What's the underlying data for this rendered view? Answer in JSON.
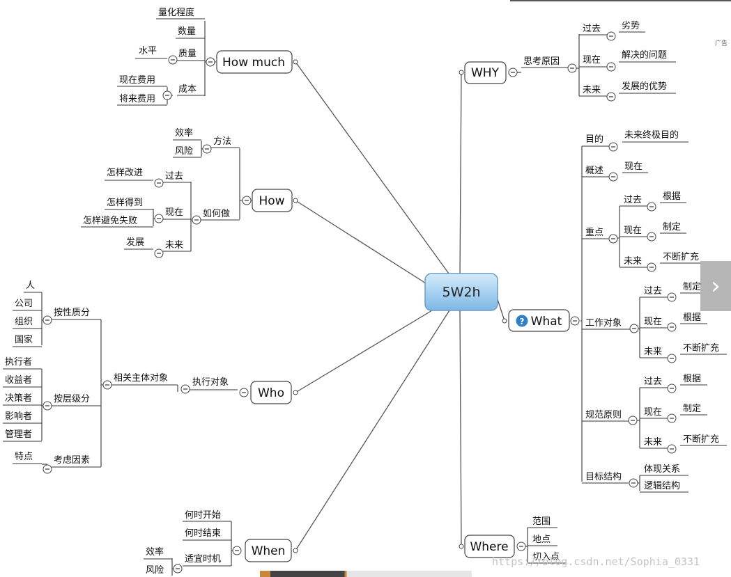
{
  "center": {
    "label": "5W2h"
  },
  "branches": {
    "how_much": "How much",
    "how": "How",
    "who": "Who",
    "when": "When",
    "why": "WHY",
    "what": "What",
    "where": "Where"
  },
  "how_much": {
    "quantify_level": "量化程度",
    "quantity": "数量",
    "quality": "质量",
    "level": "水平",
    "cost": "成本",
    "current_cost": "现在费用",
    "future_cost": "将来费用"
  },
  "how": {
    "method": "方法",
    "efficiency": "效率",
    "risk": "风险",
    "how_to_do": "如何做",
    "past": "过去",
    "how_improve": "怎样改进",
    "now": "现在",
    "how_get": "怎样得到",
    "how_avoid_failure": "怎样避免失败",
    "future": "未来",
    "develop": "发展"
  },
  "who": {
    "exec_object": "执行对象",
    "related_subjects": "相关主体对象",
    "by_nature": "按性质分",
    "person": "人",
    "company": "公司",
    "organization": "组织",
    "nation": "国家",
    "by_level": "按层级分",
    "executor": "执行者",
    "beneficiary": "收益者",
    "decision_maker": "决策者",
    "influencer": "影响者",
    "manager": "管理者",
    "factors": "考虑因素",
    "traits": "特点"
  },
  "when": {
    "start_time": "何时开始",
    "end_time": "何时结束",
    "right_time": "适宜时机",
    "efficiency": "效率",
    "risk": "风险"
  },
  "why": {
    "reason": "思考原因",
    "past": "过去",
    "disadvantage": "劣势",
    "now": "现在",
    "problem_solved": "解决的问题",
    "future": "未来",
    "advantage": "发展的优势"
  },
  "what": {
    "purpose": "目的",
    "ultimate_goal": "未来终极目的",
    "overview": "概述",
    "now": "现在",
    "key_points": "重点",
    "kp_past": "过去",
    "kp_basis": "根据",
    "kp_now": "现在",
    "kp_make": "制定",
    "kp_future": "未来",
    "kp_expand": "不断扩充",
    "work_object": "工作对象",
    "wo_past": "过去",
    "wo_make": "制定",
    "wo_now": "现在",
    "wo_basis": "根据",
    "wo_future": "未来",
    "wo_expand": "不断扩充",
    "norms": "规范原则",
    "n_past": "过去",
    "n_basis": "根据",
    "n_now": "现在",
    "n_make": "制定",
    "n_future": "未来",
    "n_expand": "不断扩充",
    "target_structure": "目标结构",
    "embody_relation": "体现关系",
    "logic_structure": "逻辑结构"
  },
  "where": {
    "scope": "范围",
    "place": "地点",
    "entry_point": "切入点"
  },
  "ui": {
    "ad_label": "广告",
    "next_arrow": "›",
    "watermark": "https://blog.csdn.net/Sophia_0331"
  }
}
